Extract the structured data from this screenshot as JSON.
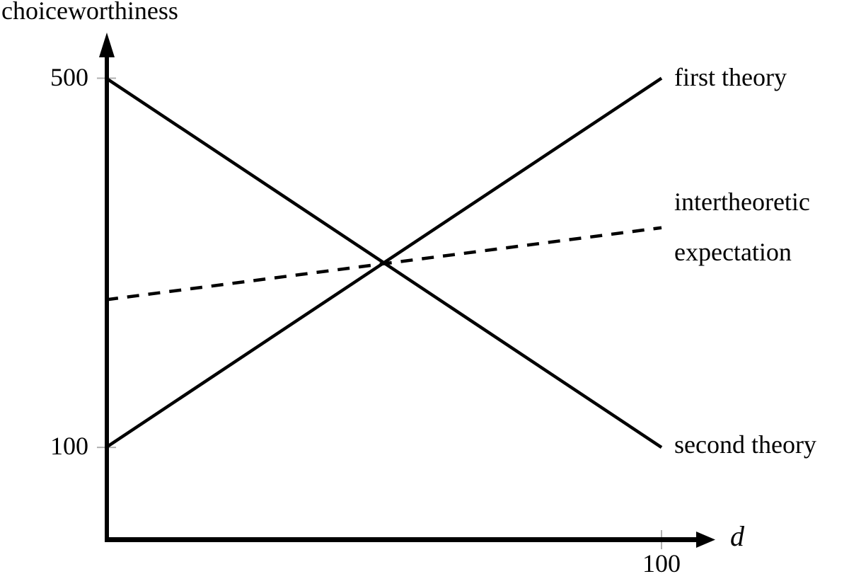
{
  "title": "choiceworthiness",
  "x_axis_label": "d",
  "tick_labels": {
    "y_500": "500",
    "y_100": "100",
    "x_100": "100"
  },
  "series_labels": {
    "first_theory": "first theory",
    "intertheoretic_line1": "intertheoretic",
    "intertheoretic_line2": "expectation",
    "second_theory": "second theory"
  },
  "colors": {
    "line": "#000000",
    "tick": "#b0b0b0",
    "text": "#000000",
    "background": "#ffffff"
  },
  "chart_data": {
    "type": "line",
    "title": "choiceworthiness",
    "xlabel": "d",
    "ylabel": "choiceworthiness",
    "xlim": [
      0,
      109
    ],
    "ylim": [
      0,
      548
    ],
    "x_ticks": [
      100
    ],
    "y_ticks": [
      500,
      100
    ],
    "grid": false,
    "legend_position": "right-of-line-ends",
    "series": [
      {
        "name": "first theory",
        "x": [
          0,
          100
        ],
        "values": [
          100,
          500
        ],
        "line_style": "solid"
      },
      {
        "name": "second theory",
        "x": [
          0,
          100
        ],
        "values": [
          500,
          100
        ],
        "line_style": "solid"
      },
      {
        "name": "intertheoretic expectation",
        "x": [
          0,
          100
        ],
        "values": [
          260,
          338
        ],
        "line_style": "dashed"
      }
    ],
    "annotations": {
      "lines_intersect_at": {
        "x": 50,
        "value": 300
      }
    }
  }
}
